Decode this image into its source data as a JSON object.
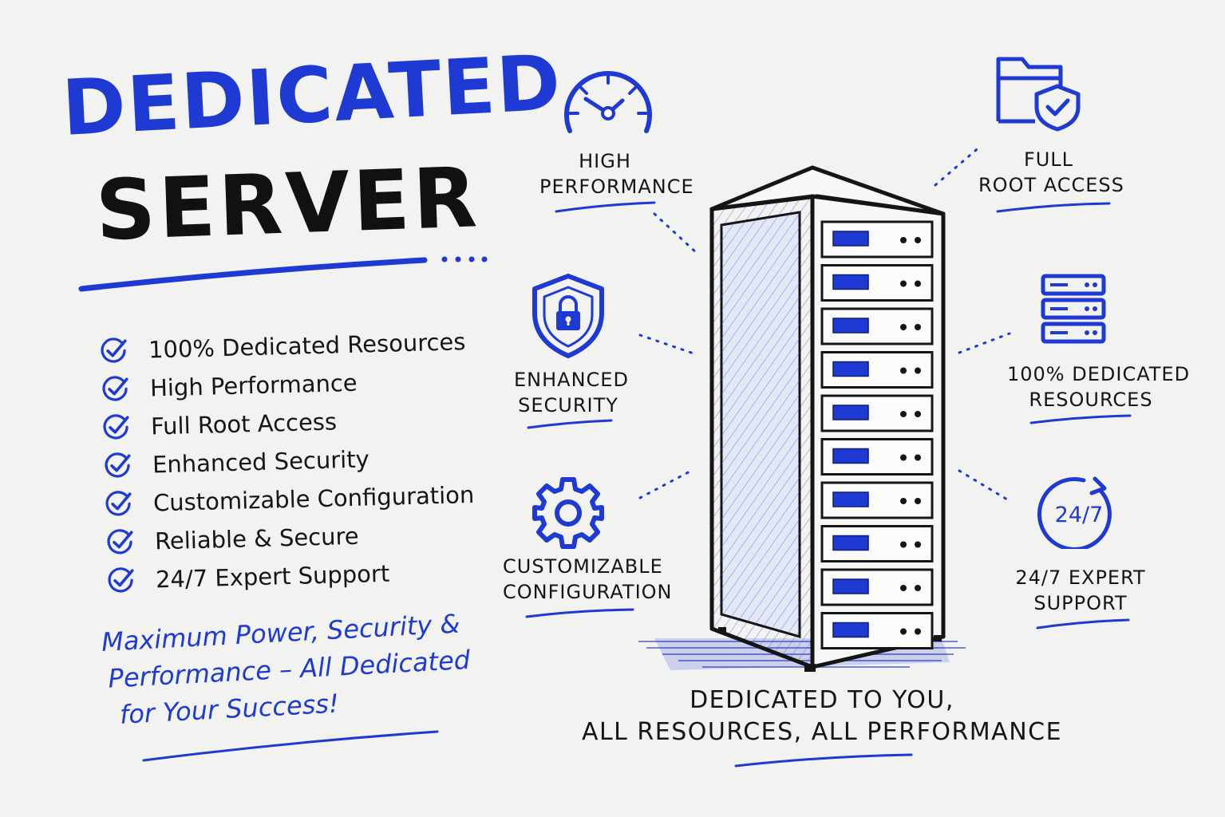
{
  "title": {
    "line1": "DEDICATED",
    "line2": "SERVER"
  },
  "checklist": [
    "100% Dedicated Resources",
    "High Performance",
    "Full Root Access",
    "Enhanced Security",
    "Customizable Configuration",
    "Reliable & Secure",
    "24/7 Expert Support"
  ],
  "tagline": {
    "line1": "Maximum Power, Security &",
    "line2": "Performance – All Dedicated",
    "line3": "for Your Success!"
  },
  "features": {
    "high_performance": {
      "line1": "HIGH",
      "line2": "PERFORMANCE",
      "icon": "speedometer-icon"
    },
    "full_root_access": {
      "line1": "FULL",
      "line2": "ROOT ACCESS",
      "icon": "folder-shield-icon"
    },
    "enhanced_security": {
      "line1": "ENHANCED",
      "line2": "SECURITY",
      "icon": "shield-lock-icon"
    },
    "dedicated_resources": {
      "line1": "100% DEDICATED",
      "line2": "RESOURCES",
      "icon": "server-stack-icon"
    },
    "customizable_configuration": {
      "line1": "CUSTOMIZABLE",
      "line2": "CONFIGURATION",
      "icon": "gear-icon"
    },
    "expert_support": {
      "line1": "24/7 EXPERT",
      "line2": "SUPPORT",
      "icon": "clock-247-icon",
      "icon_text": "24/7"
    }
  },
  "bottom_caption": {
    "line1": "DEDICATED TO YOU,",
    "line2": "ALL RESOURCES, ALL PERFORMANCE"
  },
  "colors": {
    "accent": "#1f3ad2",
    "ink": "#151515",
    "background": "#f2f2f0"
  }
}
